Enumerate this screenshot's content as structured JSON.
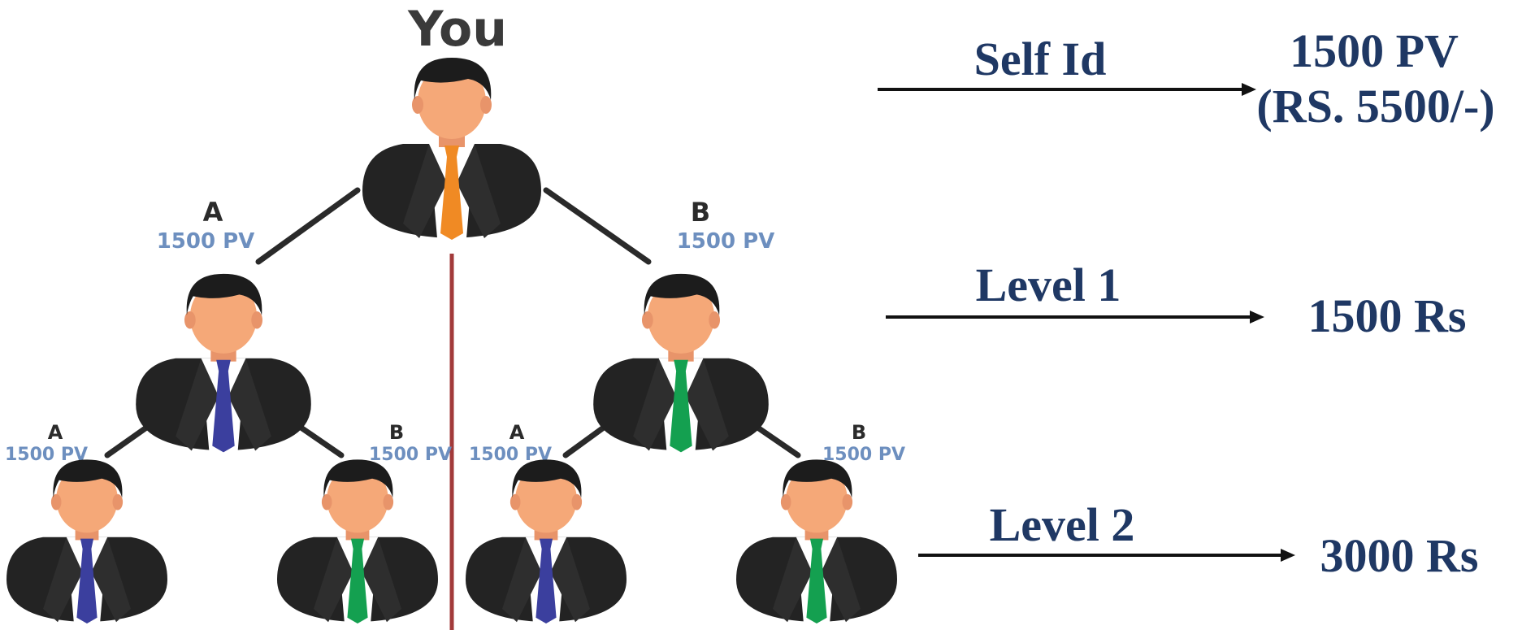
{
  "tree": {
    "root_label": "You",
    "level1": [
      {
        "letter": "A",
        "pv": "1500 PV",
        "tie": "#3b3f9e"
      },
      {
        "letter": "B",
        "pv": "1500 PV",
        "tie": "#14a050"
      }
    ],
    "level2": [
      {
        "letter": "A",
        "pv": "1500 PV",
        "tie": "#3b3f9e"
      },
      {
        "letter": "B",
        "pv": "1500 PV",
        "tie": "#14a050"
      },
      {
        "letter": "A",
        "pv": "1500 PV",
        "tie": "#3b3f9e"
      },
      {
        "letter": "B",
        "pv": "1500 PV",
        "tie": "#14a050"
      }
    ],
    "root_tie": "#f08a24"
  },
  "legend": {
    "rows": [
      {
        "label": "Self Id",
        "value_line1": "1500 PV",
        "value_line2": "(RS. 5500/-)"
      },
      {
        "label": "Level 1",
        "value_line1": "1500 Rs"
      },
      {
        "label": "Level 2",
        "value_line1": "3000 Rs"
      }
    ],
    "text_color": "#1f3864"
  },
  "colors": {
    "divider": "#a23a3a",
    "skin": "#f5a878",
    "hair": "#1c1c1c",
    "suit": "#232323"
  }
}
